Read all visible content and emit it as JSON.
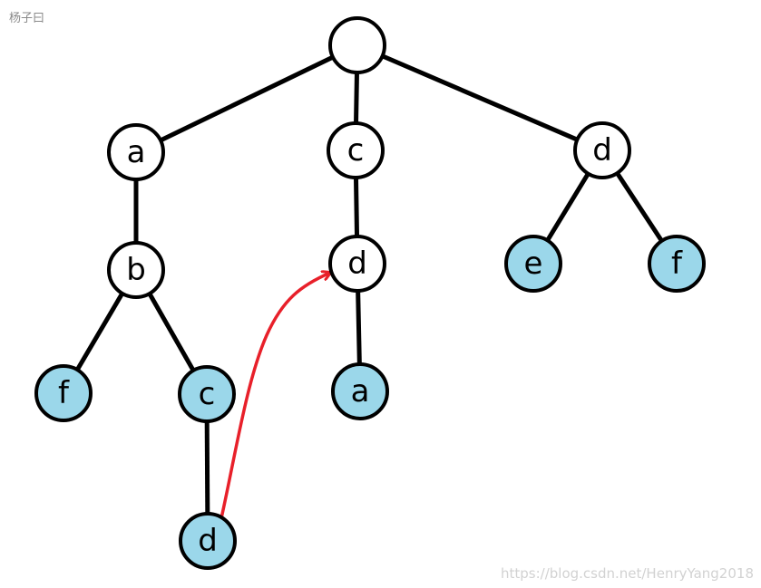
{
  "author_label": "杨子曰",
  "watermark": "https://blog.csdn.net/HenryYang2018",
  "colors": {
    "stroke": "#000000",
    "node_fill": "#ffffff",
    "leaf_fill": "#9bd7ea",
    "arrow": "#e8202a"
  },
  "nodes": [
    {
      "id": "root",
      "label": ""
    },
    {
      "id": "a1",
      "label": "a"
    },
    {
      "id": "c1",
      "label": "c"
    },
    {
      "id": "d1",
      "label": "d"
    },
    {
      "id": "b1",
      "label": "b"
    },
    {
      "id": "d2",
      "label": "d"
    },
    {
      "id": "e1",
      "label": "e"
    },
    {
      "id": "f2",
      "label": "f"
    },
    {
      "id": "f1",
      "label": "f"
    },
    {
      "id": "c2",
      "label": "c"
    },
    {
      "id": "a2",
      "label": "a"
    },
    {
      "id": "d3",
      "label": "d"
    }
  ],
  "leaves": [
    "e1",
    "f2",
    "f1",
    "c2",
    "a2",
    "d3"
  ],
  "edges": [
    [
      "root",
      "a1"
    ],
    [
      "root",
      "c1"
    ],
    [
      "root",
      "d1"
    ],
    [
      "a1",
      "b1"
    ],
    [
      "c1",
      "d2"
    ],
    [
      "d1",
      "e1"
    ],
    [
      "d1",
      "f2"
    ],
    [
      "b1",
      "f1"
    ],
    [
      "b1",
      "c2"
    ],
    [
      "d2",
      "a2"
    ],
    [
      "c2",
      "d3"
    ]
  ],
  "pointer": {
    "from": "d3",
    "to": "d2"
  }
}
